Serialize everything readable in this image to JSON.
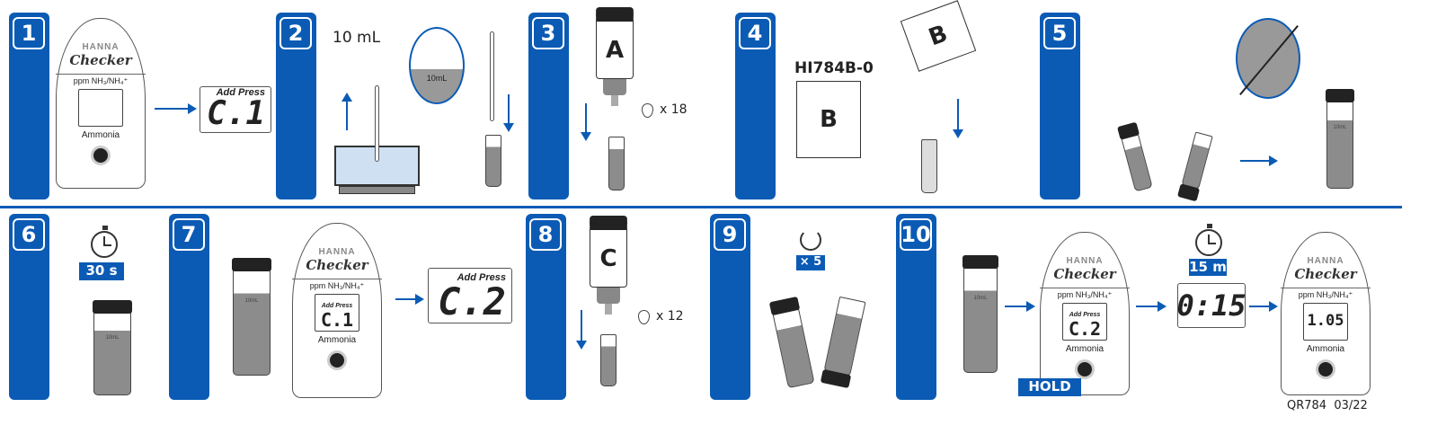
{
  "steps": [
    "1",
    "2",
    "3",
    "4",
    "5",
    "6",
    "7",
    "8",
    "9",
    "10"
  ],
  "meter": {
    "brand": "HANNA",
    "model": "Checker",
    "units": "ppm NH₃/NH₄⁺",
    "parameter": "Ammonia"
  },
  "lcd": {
    "prompt": "Add Press",
    "c1": "C.1",
    "c2": "C.2",
    "timer": "0:15",
    "result": "1.05"
  },
  "vial_mark": "10mL",
  "step2": {
    "volume": "10 mL"
  },
  "step3": {
    "reagent": "A",
    "drops": "x 18"
  },
  "step4": {
    "packet_code": "HI784B-0",
    "reagent": "B"
  },
  "step6": {
    "wait": "30 s"
  },
  "step8": {
    "reagent": "C",
    "drops": "x 12"
  },
  "step9": {
    "inversions": "× 5"
  },
  "step10": {
    "wait": "15 m",
    "hold": "HOLD"
  },
  "footer": {
    "code": "QR784",
    "date": "03/22"
  },
  "colors": {
    "brand_blue": "#0b5bb5"
  }
}
